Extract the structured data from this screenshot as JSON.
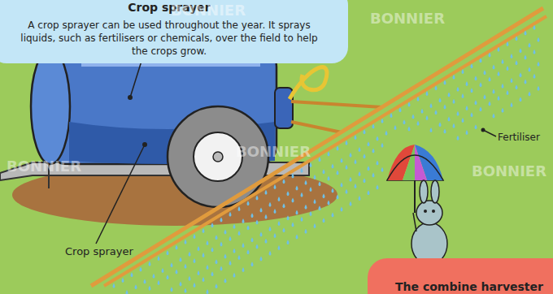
{
  "diagram": {
    "nodes": [
      {
        "text": [
          "Crop sprayer",
          "A crop sprayer can be used throughout the year. It sprays liquids, such as fertilisers or chemicals, over the field to help the crops grow."
        ]
      },
      {
        "text": [
          "The combine harvester"
        ]
      }
    ],
    "labels": [
      "Fertiliser",
      "Crop sprayer",
      "BONNIER",
      "BONNIER",
      "BONNIER",
      "BONNIER",
      "BONNIER"
    ]
  }
}
